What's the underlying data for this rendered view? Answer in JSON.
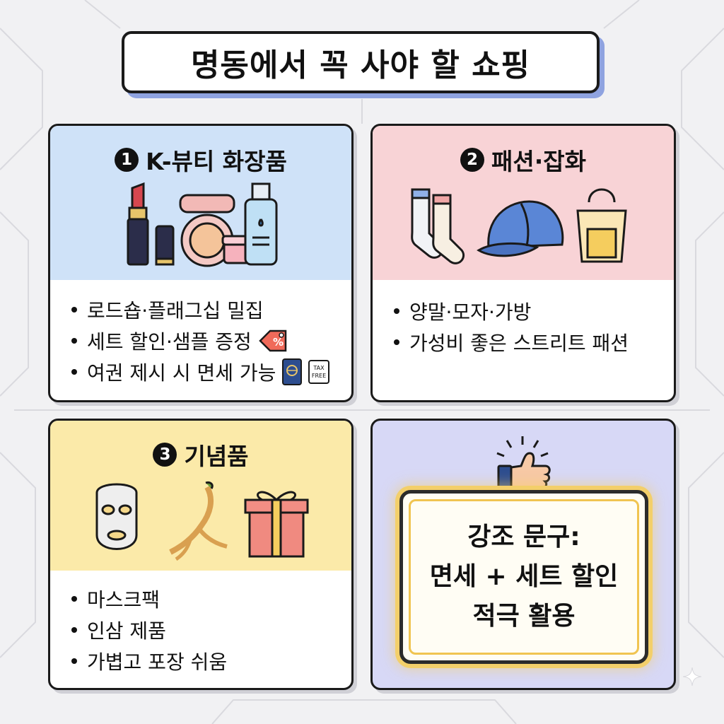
{
  "title": "명동에서 꼭 사야 할 쇼핑",
  "cards": [
    {
      "number": "1",
      "title": "K-뷰티 화장품",
      "bullets": [
        "로드숍·플래그십 밀집",
        "세트 할인·샘플 증정",
        "여권 제시 시 면세 가능"
      ],
      "bg_color": "#cfe2f8"
    },
    {
      "number": "2",
      "title": "패션·잡화",
      "bullets": [
        "양말·모자·가방",
        "가성비 좋은 스트리트 패션"
      ],
      "bg_color": "#f8d3d6"
    },
    {
      "number": "3",
      "title": "기념품",
      "bullets": [
        "마스크팩",
        "인삼 제품",
        "가볍고 포장 쉬움"
      ],
      "bg_color": "#fbeaa9"
    }
  ],
  "highlight": {
    "lines": [
      "강조 문구:",
      "면세 + 세트 할인",
      "적극 활용"
    ],
    "bg_color": "#d7d8f6"
  },
  "badges": {
    "tax_free_line1": "TAX",
    "tax_free_line2": "FREE",
    "percent": "%"
  },
  "icons": {
    "card1": [
      "lipstick-icon",
      "nail-polish-icon",
      "cushion-compact-icon",
      "cream-jar-icon",
      "lotion-bottle-icon"
    ],
    "card2": [
      "socks-icon",
      "cap-icon",
      "tote-bag-icon"
    ],
    "card3": [
      "sheet-mask-icon",
      "ginseng-icon",
      "gift-box-icon"
    ],
    "card4": [
      "thumbs-up-icon"
    ]
  }
}
